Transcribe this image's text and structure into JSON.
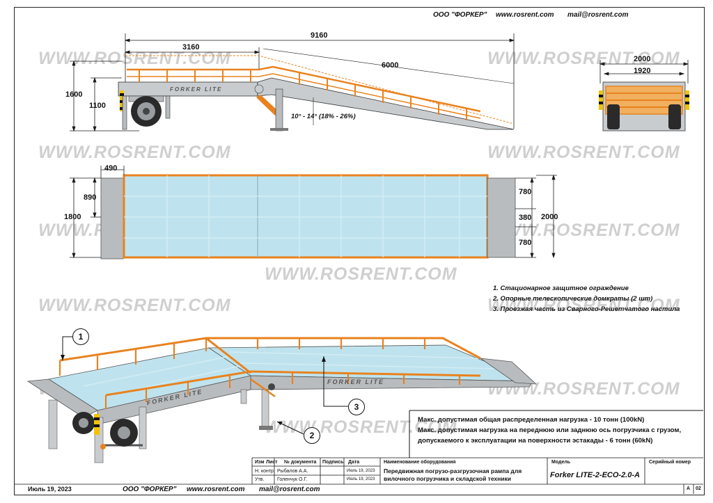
{
  "header": {
    "company": "ООО \"ФОРКЕР\"",
    "site": "www.rosrent.com",
    "mail": "mail@rosrent.com"
  },
  "watermark": "WWW.ROSRENT.COM",
  "side_view": {
    "dims": {
      "overall_length": "9160",
      "front_length": "3160",
      "ramp_length": "6000",
      "height_total": "1600",
      "height_platform": "1100"
    },
    "slope": "10° - 14° (18% - 26%)",
    "brand": "FORKER LITE"
  },
  "rear_view": {
    "dims": {
      "outer_width": "2000",
      "inner_width": "1920"
    }
  },
  "plan_view": {
    "dims": {
      "lip": "490",
      "half_width": "890",
      "full_width": "1800",
      "track_a": "780",
      "track_gap": "380",
      "track_b": "780",
      "overall_width": "2000"
    }
  },
  "legend": [
    "1.  Стационарное защитное ограждение",
    "2. Опорные телескопические домкраты (2 шт)",
    "3. Проезжая часть из Сварного-Решетчатого настила"
  ],
  "callouts": [
    "1",
    "2",
    "3"
  ],
  "iso_view": {
    "brand_front": "FORKER LITE",
    "brand_ramp": "FORKER LITE"
  },
  "specs": [
    "Макс.  допустимая общая распределенная нагрузка - 10 тонн (100kN)",
    "Макс.  допустимая  нагрузка на переднюю или заднюю ось погрузчика с грузом,",
    "допускаемого к эксплуатации на поверхности эстакады - 6 тонн (60kN)"
  ],
  "title_block": {
    "col_headers": [
      "Изм",
      "Лист",
      "№ документа",
      "Подпись",
      "Дата"
    ],
    "rows": [
      {
        "role": "Н. контр.",
        "name": "Рыбалов А.А.",
        "date": "Июль 19, 2023"
      },
      {
        "role": "Утв.",
        "name": "Голенчук О.Г.",
        "date": "Июль 19, 2023"
      }
    ],
    "equipment_header": "Наименование оборудования",
    "equipment_name": "Передвижная погрузо-разгрузочная рампа для вилочного погрузчика и складской техники",
    "model_header": "Модель",
    "model": "Forker LITE-2-ECO-2.0-A",
    "serial_header": "Серийный номер",
    "sheet_letter": "А",
    "sheet_no": "02"
  },
  "footer": {
    "date": "Июль 19, 2023",
    "company": "ООО \"ФОРКЕР\"",
    "site": "www.rosrent.com",
    "mail": "mail@rosrent.com"
  },
  "colors": {
    "frame_orange": "#e8821e",
    "deck_blue": "#bfe3ee",
    "steel_gray": "#b9bcbf",
    "line": "#1a1a1a"
  }
}
